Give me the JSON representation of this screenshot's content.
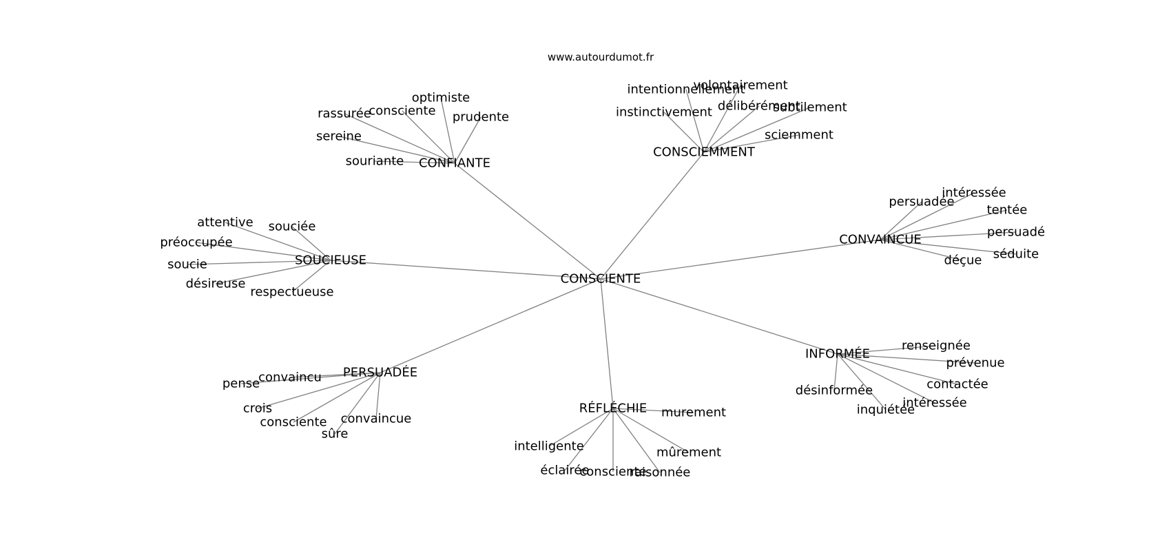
{
  "source": "www.autourdumot.fr",
  "center": "CONSCIENTE",
  "clusters": [
    {
      "label": "CONFIANTE",
      "words": [
        "optimiste",
        "consciente",
        "prudente",
        "rassurée",
        "sereine",
        "souriante"
      ]
    },
    {
      "label": "CONSCIEMMENT",
      "words": [
        "volontairement",
        "intentionnellement",
        "délibérément",
        "subtilement",
        "instinctivement",
        "sciemment"
      ]
    },
    {
      "label": "SOUCIEUSE",
      "words": [
        "attentive",
        "souciée",
        "préoccupée",
        "soucie",
        "désireuse",
        "respectueuse"
      ]
    },
    {
      "label": "CONVAINCUE",
      "words": [
        "intéressée",
        "persuadée",
        "tentée",
        "persuadé",
        "séduite",
        "déçue"
      ]
    },
    {
      "label": "PERSUADÉE",
      "words": [
        "convaincu",
        "pense",
        "crois",
        "consciente",
        "convaincue",
        "sûre"
      ]
    },
    {
      "label": "RÉFLÉCHIE",
      "words": [
        "murement",
        "intelligente",
        "mûrement",
        "éclairée",
        "consciente",
        "raisonnée"
      ]
    },
    {
      "label": "INFORMÉE",
      "words": [
        "renseignée",
        "prévenue",
        "contactée",
        "désinformée",
        "intéressée",
        "inquiétée"
      ]
    }
  ]
}
